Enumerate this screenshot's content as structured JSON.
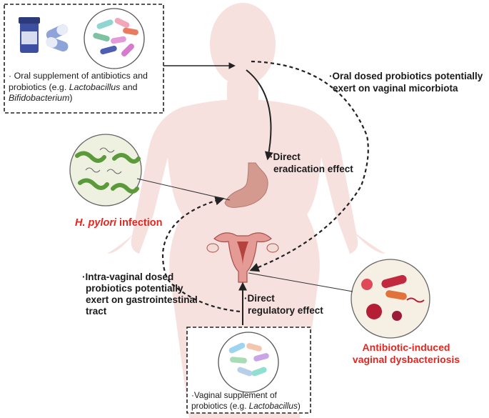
{
  "colors": {
    "body_silhouette": "#f6dedd",
    "stomach": "#d89f94",
    "uterus": "#e49a95",
    "red_label": "#e3261f",
    "arrow": "#222222"
  },
  "boxes": {
    "oral": {
      "line1": "· Oral supplement of antibiotics and",
      "line2_pre": "probiotics (e.g. ",
      "line2_italic": "Lactobacillus",
      "line2_post": " and",
      "line3_italic": "Bifidobacterium",
      "line3_post": ")"
    },
    "vaginal": {
      "line1": "·Vaginal supplement of",
      "line2_pre": "probiotics (e.g. ",
      "line2_italic": "Lactobacillus",
      "line2_post": ")"
    }
  },
  "labels": {
    "oral_dosed": [
      "·Oral dosed probiotics potentially",
      "exert on vaginal micorbiota"
    ],
    "direct_eradication": [
      "·Direct",
      "eradication effect"
    ],
    "h_pylori_italic": "H. pylori",
    "h_pylori_rest": " infection",
    "intra_vaginal": [
      "·Intra-vaginal dosed",
      "probiotics potentially",
      "exert on gastrointestinal",
      "tract"
    ],
    "direct_regulatory": [
      "·Direct",
      "regulatory effect"
    ],
    "dysbacteriosis": [
      "Antibiotic-induced",
      "vaginal dysbacteriosis"
    ]
  },
  "icons": {
    "pills": "pill-bottle-and-capsules-icon",
    "probiotic_bacteria": "probiotic-bacteria-icon",
    "helicobacter": "helicobacter-bacteria-icon",
    "pathogens": "pathogenic-microbes-icon",
    "stomach": "stomach-icon",
    "uterus": "uterus-icon",
    "body": "female-body-silhouette-icon"
  }
}
